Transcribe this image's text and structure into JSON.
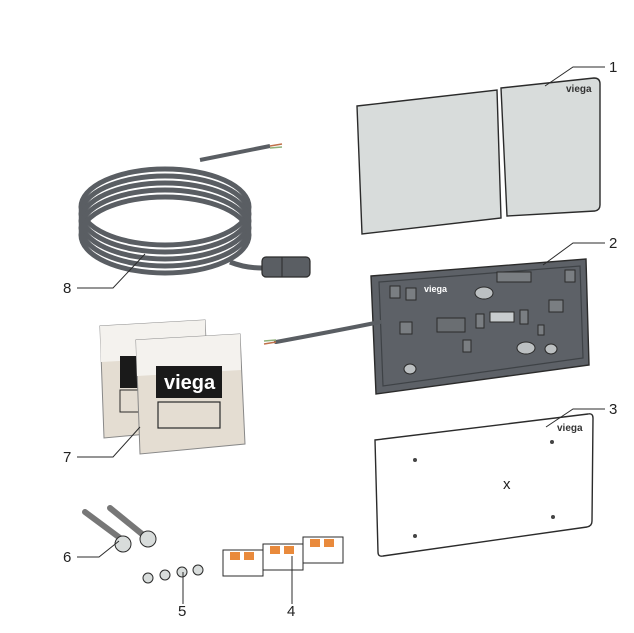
{
  "callouts": [
    "1",
    "2",
    "3",
    "4",
    "5",
    "6",
    "7",
    "8"
  ],
  "brand": "viega",
  "center_mark": "x",
  "colors": {
    "plate_fill": "#d8dcdb",
    "frame_fill": "#5d6167",
    "frame_dark": "#3e4246",
    "cable": "#5a5e63",
    "back_plate": "#ffffff",
    "sachet_fill": "#e4ddd2",
    "clamp_orange": "#e98a3c",
    "outline": "#2b2b2b"
  }
}
